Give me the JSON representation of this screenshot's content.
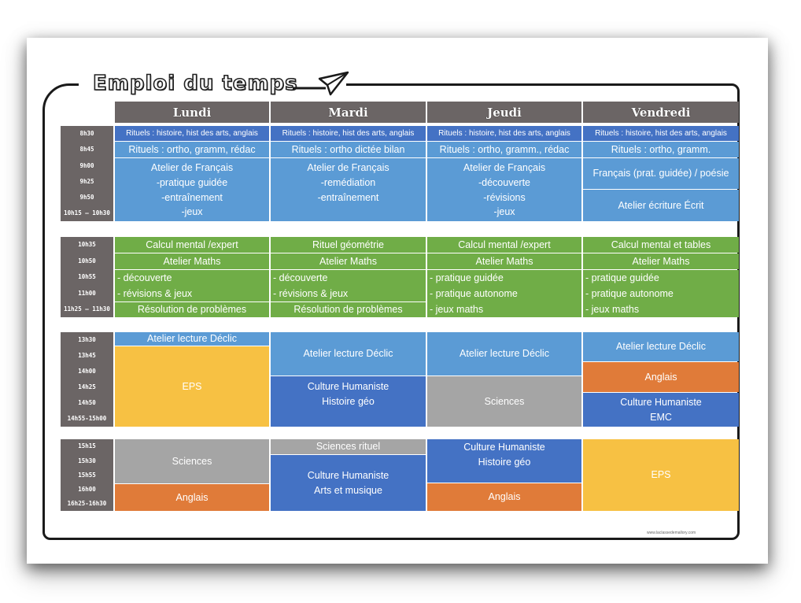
{
  "title": "Emploi du temps",
  "footer": "www.laclassedemallory.com",
  "days": [
    "Lundi",
    "Mardi",
    "Jeudi",
    "Vendredi"
  ],
  "times": {
    "morning": [
      "8h30",
      "8h45",
      "9h00",
      "9h25",
      "9h50",
      "10h15 – 10h30"
    ],
    "late_morning": [
      "10h35",
      "10h50",
      "10h55",
      "11h00",
      "11h25 – 11h30"
    ],
    "afternoon": [
      "13h30",
      "13h45",
      "14h00",
      "14h25",
      "14h50",
      "14h55-15h00"
    ],
    "late_afternoon": [
      "15h15",
      "15h30",
      "15h55",
      "16h00",
      "16h25-16h30"
    ]
  },
  "morning": {
    "rituels_1": [
      "Rituels : histoire, hist des arts, anglais",
      "Rituels : histoire, hist des arts, anglais",
      "Rituels : histoire, hist des arts, anglais",
      "Rituels : histoire, hist des arts, anglais"
    ],
    "rituels_2": [
      "Rituels : ortho, gramm, rédac",
      "Rituels : ortho dictée bilan",
      "Rituels : ortho, gramm., rédac",
      "Rituels : ortho, gramm."
    ],
    "lundi": [
      "Atelier de Français",
      "-pratique guidée",
      "-entraînement",
      "-jeux"
    ],
    "mardi": [
      "Atelier de Français",
      "-remédiation",
      "-entraînement"
    ],
    "jeudi": [
      "Atelier de Français",
      "-découverte",
      "-révisions",
      "-jeux"
    ],
    "vendredi_1": "Français (prat. guidée) / poésie",
    "vendredi_2": "Atelier écriture Écrit"
  },
  "maths": {
    "first": [
      "Calcul mental /expert",
      "Rituel géométrie",
      "Calcul mental /expert",
      "Calcul mental et tables"
    ],
    "atelier": "Atelier Maths",
    "lundi": [
      "- découverte",
      "- révisions & jeux"
    ],
    "mardi": [
      "- découverte",
      "- révisions & jeux"
    ],
    "jeudi": [
      "- pratique guidée",
      "- pratique autonome",
      "- jeux maths"
    ],
    "vendredi": [
      "- pratique guidée",
      "- pratique autonome",
      "- jeux maths"
    ],
    "resolution": "Résolution de problèmes"
  },
  "afternoon": {
    "lecture": "Atelier lecture Déclic",
    "eps": "EPS",
    "culture_hum": "Culture Humaniste",
    "histoire_geo": "Histoire géo",
    "sciences": "Sciences",
    "anglais": "Anglais",
    "emc": "EMC"
  },
  "late_afternoon": {
    "sciences": "Sciences",
    "anglais": "Anglais",
    "sciences_rituel": "Sciences rituel",
    "culture_hum": "Culture Humaniste",
    "arts": "Arts et musique",
    "histoire_geo": "Histoire géo",
    "anglais_jeudi": "Anglais",
    "eps": "EPS"
  },
  "colors": {
    "header_grey": "#6b6565",
    "blue_dark": "#4472c4",
    "blue_light": "#5b9bd5",
    "green": "#70ad47",
    "yellow": "#f7c143",
    "grey": "#a5a5a5",
    "orange": "#e07b39"
  }
}
